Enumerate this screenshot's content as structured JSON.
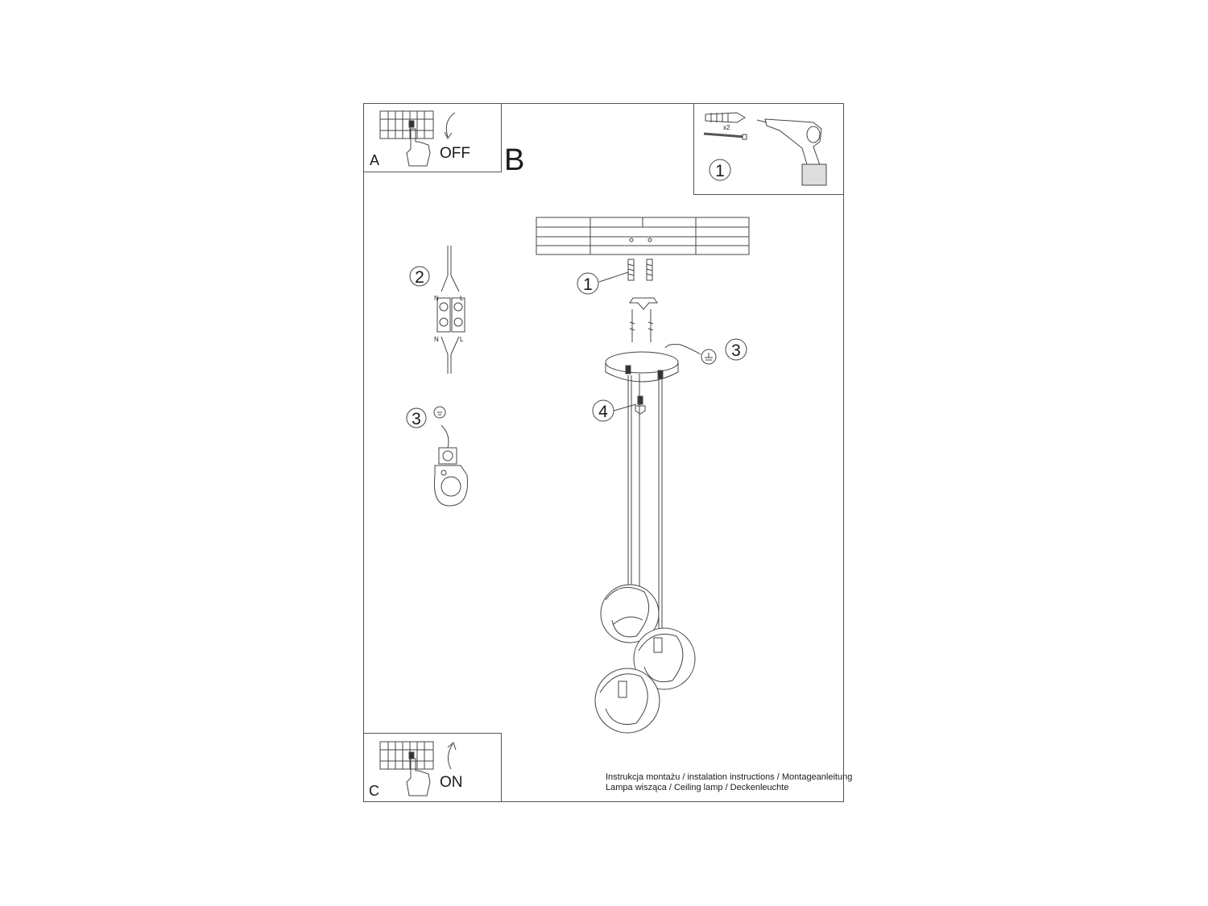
{
  "panel_a": {
    "letter": "A",
    "state": "OFF"
  },
  "panel_b": {
    "letter": "B"
  },
  "panel_c": {
    "letter": "C",
    "state": "ON"
  },
  "tools": {
    "quantity": "x2",
    "step": "1"
  },
  "steps": {
    "wiring": "2",
    "ground_detail": "3",
    "mounting": "1",
    "ground_wire": "3",
    "screw": "4"
  },
  "terminal": {
    "neutral": "N",
    "live": "L"
  },
  "caption": {
    "line1": "Instrukcja montażu / instalation instructions / Montageanleitung",
    "line2": "Lampa wisząca / Ceiling lamp / Deckenleuchte"
  }
}
